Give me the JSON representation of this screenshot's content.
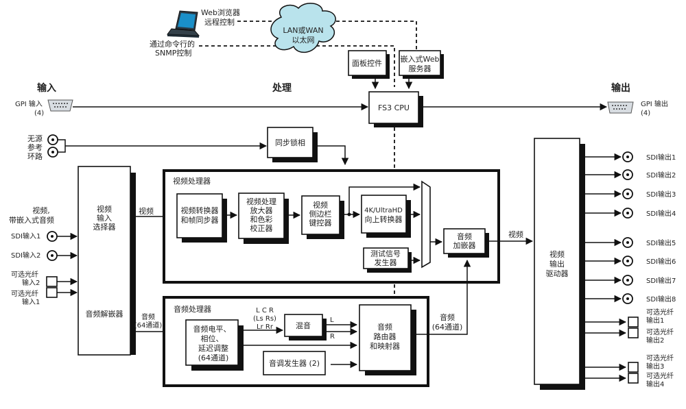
{
  "sections": {
    "input": "输入",
    "processing": "处理",
    "output": "输出"
  },
  "network": {
    "laptop_label_1": "Web浏览器",
    "laptop_label_2": "远程控制",
    "snmp_label_1": "通过命令行的",
    "snmp_label_2": "SNMP控制",
    "cloud_label_1": "LAN或WAN",
    "cloud_label_2": "以太网",
    "panel": "面板控件",
    "web_server_1": "嵌入式Web",
    "web_server_2": "服务器",
    "cpu": "FS3 CPU"
  },
  "gpi": {
    "in_label": "GPI 输入",
    "in_count": "(4)",
    "out_label": "GPI 输出",
    "out_count": "(4)"
  },
  "reference": {
    "label": [
      "无源",
      "参考",
      "环路"
    ],
    "genlock": "同步锁相"
  },
  "inputs": {
    "heading_1": "视频,",
    "heading_2": "带嵌入式音频",
    "sdi": [
      "SDI输入1",
      "SDI输入2"
    ],
    "fiber": [
      [
        "可选光纤",
        "输入2"
      ],
      [
        "可选光纤",
        "输入1"
      ]
    ]
  },
  "input_selector": {
    "lines": [
      "视频",
      "输入",
      "选择器"
    ],
    "demux": "音频解嵌器",
    "video_label": "视频",
    "audio_label_1": "音频",
    "audio_label_2": "(64通道)"
  },
  "video_processor": {
    "title": "视频处理器",
    "converter": [
      "视频转换器",
      "和帧同步器"
    ],
    "procamp": [
      "视频处理",
      "放大器",
      "和色彩",
      "校正器"
    ],
    "sidebar": [
      "视频",
      "侧边栏",
      "键控器"
    ],
    "upconverter": [
      "4K/UltraHD",
      "向上转换器"
    ],
    "test_signal": [
      "测试信号",
      "发生器"
    ],
    "embedder": [
      "音频",
      "加嵌器"
    ],
    "video_out_label": "视频"
  },
  "audio_processor": {
    "title": "音频处理器",
    "level": [
      "音频电平、",
      "相位、",
      "延迟调整",
      "(64通道)"
    ],
    "channels": [
      "L C R",
      "(Ls Rs)",
      "Lr Rr"
    ],
    "mix": "混音",
    "mix_l": "L",
    "mix_r": "R",
    "tone": "音调发生器 (2)",
    "router": [
      "音频",
      "路由器",
      "和映射器"
    ],
    "out_label_1": "音频",
    "out_label_2": "(64通道)"
  },
  "output_driver": {
    "lines": [
      "视频",
      "输出",
      "驱动器"
    ]
  },
  "outputs": {
    "sdi": [
      "SDI输出1",
      "SDI输出2",
      "SDI输出3",
      "SDI输出4",
      "SDI输出5",
      "SDI输出6",
      "SDI输出7",
      "SDI输出8"
    ],
    "fiber": [
      [
        "可选光纤",
        "输出1"
      ],
      [
        "可选光纤",
        "输出2"
      ],
      [
        "可选光纤",
        "输出3"
      ],
      [
        "可选光纤",
        "输出4"
      ]
    ]
  }
}
